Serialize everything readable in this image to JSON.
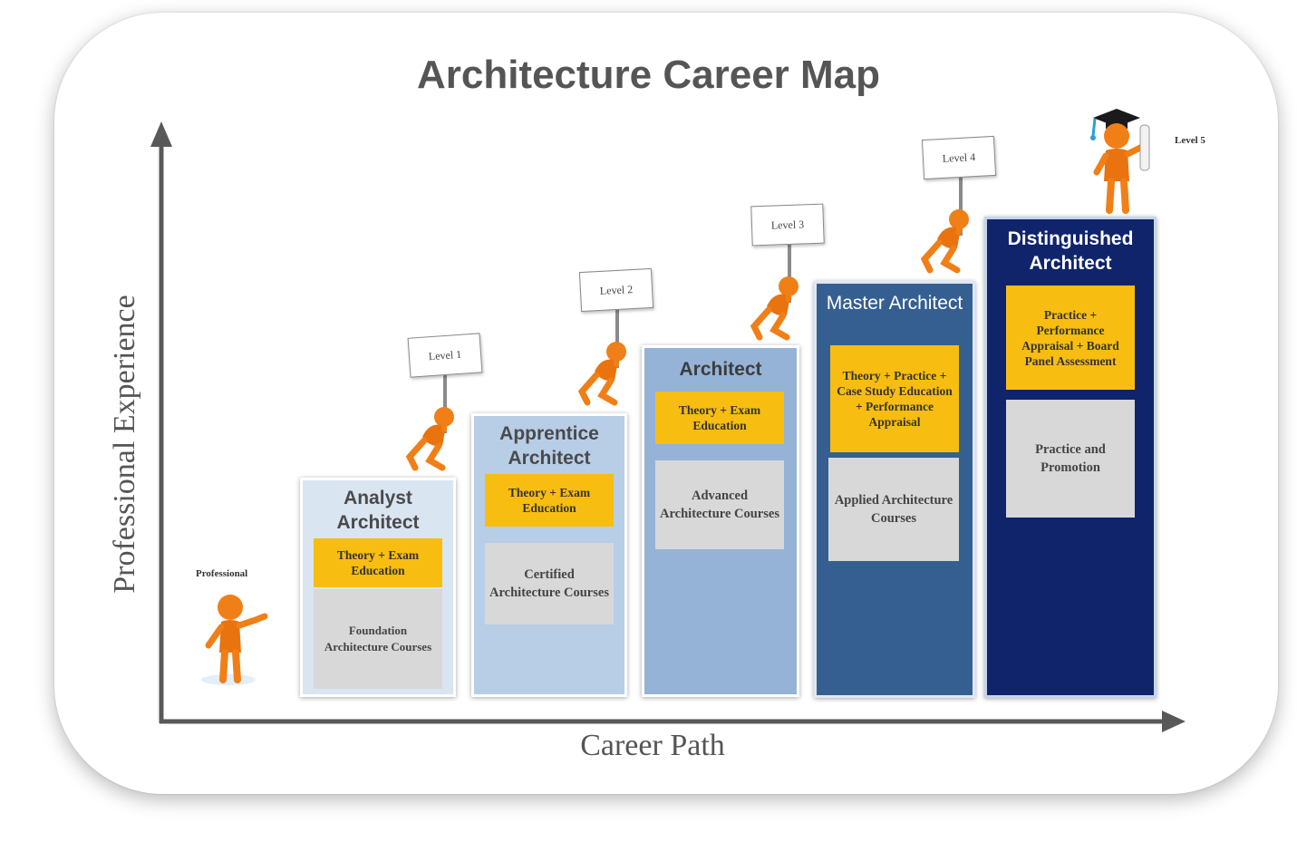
{
  "title": "Architecture Career Map",
  "y_axis_label": "Professional Experience",
  "x_axis_label": "Career Path",
  "start_label": "Professional",
  "steps": [
    {
      "title": "Analyst Architect",
      "education": "Theory + Exam Education",
      "courses": "Foundation Architecture Courses",
      "level": "Level 1"
    },
    {
      "title": "Apprentice Architect",
      "education": "Theory + Exam Education",
      "courses": "Certified Architecture Courses",
      "level": "Level 2"
    },
    {
      "title": "Architect",
      "education": "Theory + Exam Education",
      "courses": "Advanced Architecture Courses",
      "level": "Level 3"
    },
    {
      "title": "Master Architect",
      "education": "Theory + Practice + Case Study Education + Performance Appraisal",
      "courses": "Applied Architecture Courses",
      "level": "Level 4"
    },
    {
      "title": "Distinguished Architect",
      "education": "Practice + Performance Appraisal + Board Panel Assessment",
      "courses": "Practice and Promotion",
      "level": "Level 5"
    }
  ],
  "colors": {
    "step1": "#dae5f2",
    "step2": "#b8cde6",
    "step3": "#95b3d7",
    "step4": "#365f91",
    "step5": "#10246b",
    "gold": "#f8bd11",
    "grey_box": "#d8d8d8",
    "figure": "#f07f17",
    "axis": "#595959"
  }
}
